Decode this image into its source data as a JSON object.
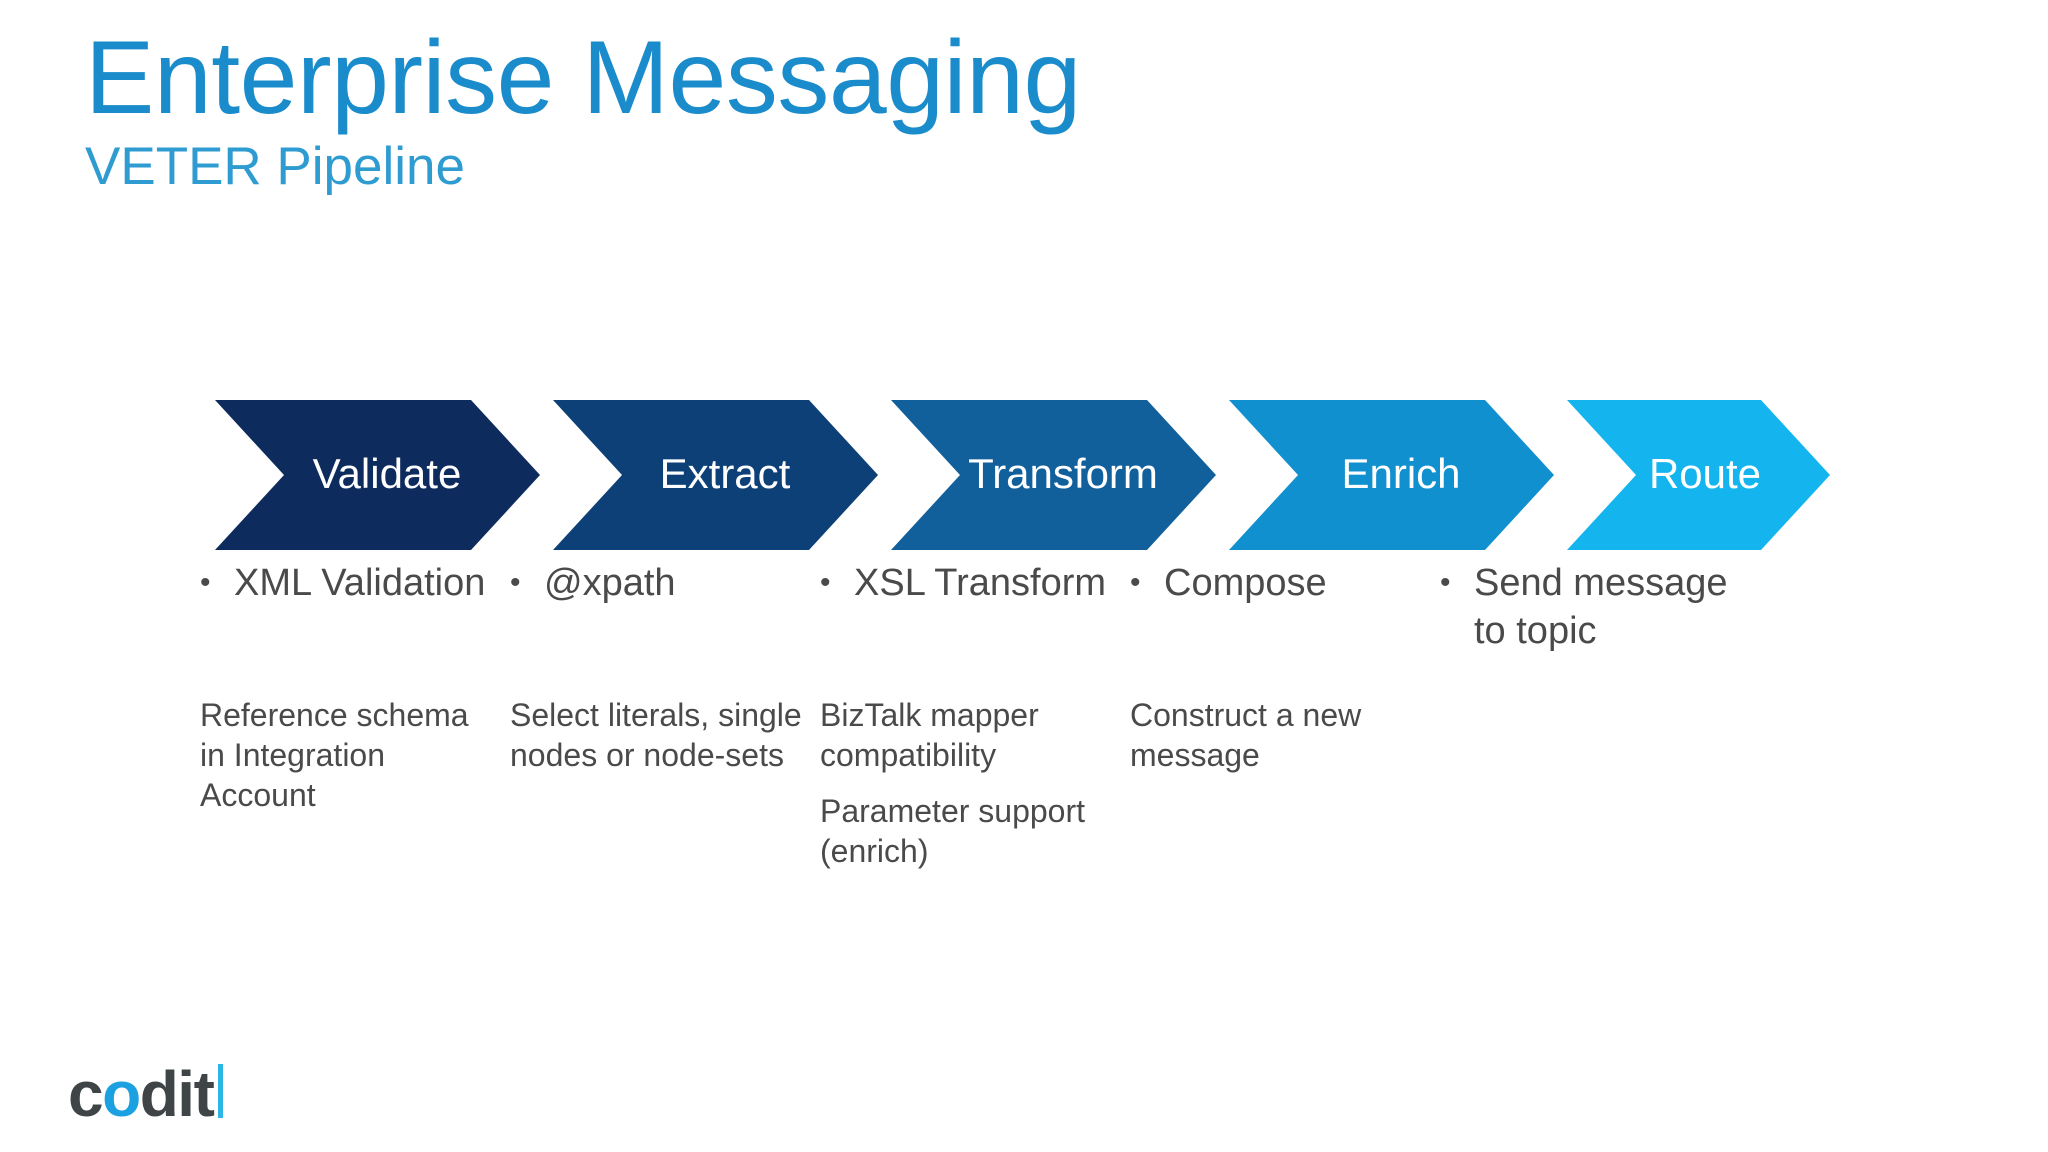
{
  "slide": {
    "title": "Enterprise Messaging",
    "subtitle": "VETER Pipeline",
    "background_color": "#FFFFFF",
    "title_color": "#1B8CCB",
    "subtitle_color": "#2E9BD1",
    "body_text_color": "#4A4A4A"
  },
  "pipeline": {
    "name": "VETER Pipeline",
    "stages": [
      {
        "label": "Validate",
        "color": "#0D2B5C",
        "bullet": "XML Validation",
        "details": [
          "Reference schema in Integration Account"
        ]
      },
      {
        "label": "Extract",
        "color": "#0D4077",
        "bullet": "@xpath",
        "details": [
          "Select literals, single nodes or node-sets"
        ]
      },
      {
        "label": "Transform",
        "color": "#11609C",
        "bullet": "XSL Transform",
        "details": [
          "BizTalk mapper compatibility",
          "Parameter support (enrich)"
        ]
      },
      {
        "label": "Enrich",
        "color": "#1190CF",
        "bullet": "Compose",
        "details": [
          "Construct a new message"
        ]
      },
      {
        "label": "Route",
        "color": "#14B5EF",
        "bullet": "Send message to topic",
        "details": []
      }
    ],
    "bullet_glyph": "•"
  },
  "logo": {
    "part_one": "c",
    "accent": "o",
    "part_two": "dit",
    "dark_color": "#3F4447",
    "accent_color": "#1BA1E2",
    "bar_color": "#2CB6E8"
  }
}
